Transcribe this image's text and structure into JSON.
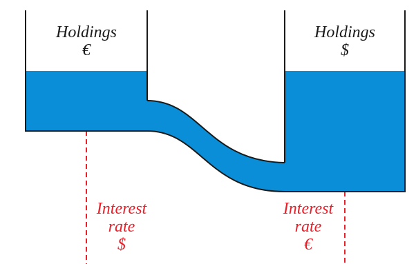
{
  "tanks": {
    "left": {
      "line1": "Holdings",
      "line2": "€"
    },
    "right": {
      "line1": "Holdings",
      "line2": "$"
    }
  },
  "rates": {
    "left": {
      "line1": "Interest",
      "line2": "rate",
      "line3": "$"
    },
    "right": {
      "line1": "Interest",
      "line2": "rate",
      "line3": "€"
    }
  },
  "colors": {
    "water": "#0a8ed8",
    "outline": "#1a1a1a",
    "rate": "#e8202a"
  }
}
